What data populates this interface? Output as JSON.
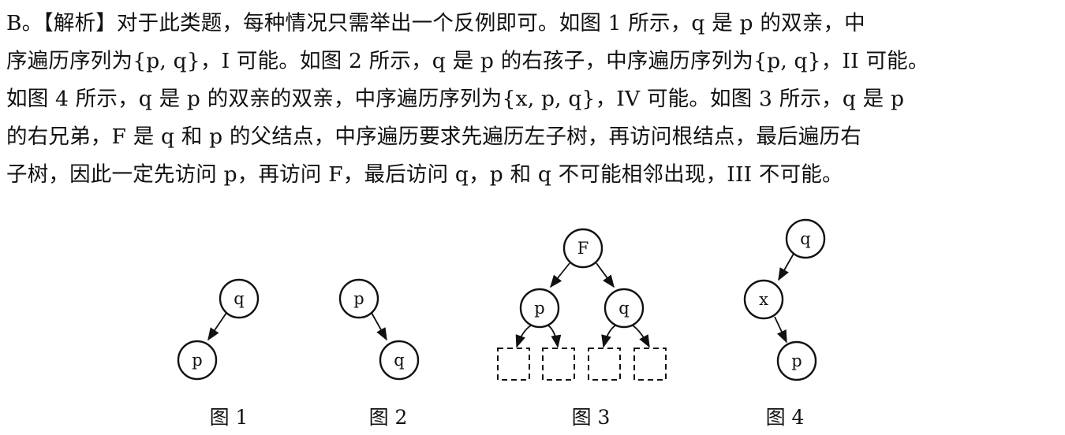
{
  "explanation": {
    "lines": [
      "B。【解析】对于此类题，每种情况只需举出一个反例即可。如图 1 所示，q 是 p 的双亲，中",
      "序遍历序列为{p, q}，I 可能。如图 2 所示，q 是 p 的右孩子，中序遍历序列为{p, q}，II 可能。",
      "如图 4 所示，q 是 p 的双亲的双亲，中序遍历序列为{x, p, q}，IV 可能。如图 3 所示，q 是 p",
      "的右兄弟，F 是 q 和 p 的父结点，中序遍历要求先遍历左子树，再访问根结点，最后遍历右",
      "子树，因此一定先访问 p，再访问 F，最后访问 q，p 和 q 不可能相邻出现，III 不可能。"
    ]
  },
  "figures": {
    "fig1": {
      "caption": "图 1",
      "parent": "q",
      "child": "p"
    },
    "fig2": {
      "caption": "图 2",
      "parent": "p",
      "child": "q"
    },
    "fig3": {
      "caption": "图 3",
      "root": "F",
      "left": "p",
      "right": "q"
    },
    "fig4": {
      "caption": "图 4",
      "root": "q",
      "middle": "x",
      "bottom": "p"
    }
  },
  "colors": {
    "text": "#111111",
    "background": "#ffffff"
  }
}
